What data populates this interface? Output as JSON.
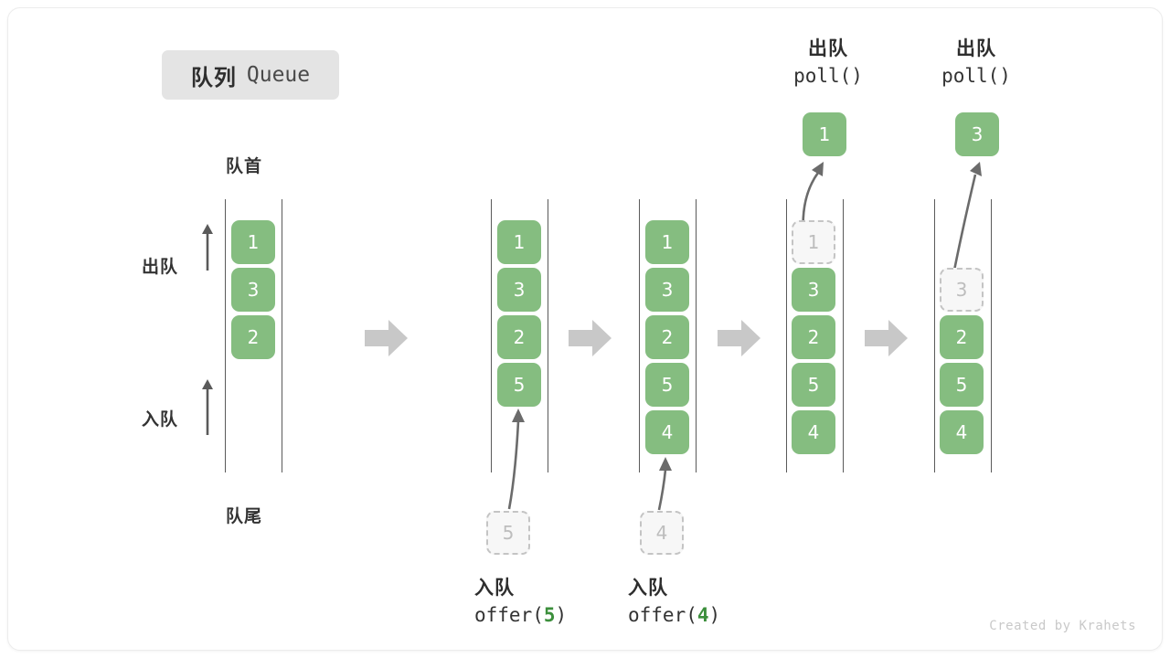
{
  "title": {
    "cn": "队列",
    "en": "Queue"
  },
  "labels": {
    "head": "队首",
    "tail": "队尾",
    "dequeue": "出队",
    "enqueue": "入队"
  },
  "credit": "Created by Krahets",
  "colors": {
    "element_green": "#85bd80",
    "ghost_fill": "#f7f7f7",
    "ghost_border": "#c4c4c4",
    "arrow_gray": "#6b6b6b",
    "big_arrow_gray": "#c8c8c8",
    "badge_bg": "#e4e4e4",
    "accent_arg": "#3c8f3c",
    "rail": "#5a5a5a"
  },
  "columns": [
    {
      "id": "initial",
      "elements": [
        "1",
        "3",
        "2"
      ],
      "ghost_index": -1,
      "start_slot": 0
    },
    {
      "id": "after-offer-5",
      "elements": [
        "1",
        "3",
        "2",
        "5"
      ],
      "ghost_index": -1,
      "start_slot": 0,
      "incoming": "5"
    },
    {
      "id": "after-offer-4",
      "elements": [
        "1",
        "3",
        "2",
        "5",
        "4"
      ],
      "ghost_index": -1,
      "start_slot": 0,
      "incoming": "4"
    },
    {
      "id": "poll-1",
      "elements": [
        "1",
        "3",
        "2",
        "5",
        "4"
      ],
      "ghost_index": 0,
      "start_slot": 0,
      "outgoing": "1"
    },
    {
      "id": "poll-3",
      "elements": [
        "3",
        "2",
        "5",
        "4"
      ],
      "ghost_index": 0,
      "start_slot": 1,
      "outgoing": "3"
    }
  ],
  "operations": {
    "offer5": {
      "cn": "入队",
      "fn_before": "offer(",
      "fn_arg": "5",
      "fn_after": ")"
    },
    "offer4": {
      "cn": "入队",
      "fn_before": "offer(",
      "fn_arg": "4",
      "fn_after": ")"
    },
    "poll1": {
      "cn": "出队",
      "fn": "poll()"
    },
    "poll2": {
      "cn": "出队",
      "fn": "poll()"
    }
  },
  "ghost_inputs": {
    "offer5_box": "5",
    "offer4_box": "4"
  },
  "popped": {
    "first": "1",
    "second": "3"
  },
  "icons": {
    "up_arrow": "up-arrow-icon",
    "transition_arrow": "right-block-arrow-icon",
    "curved_arrow": "curved-arrow-icon"
  }
}
